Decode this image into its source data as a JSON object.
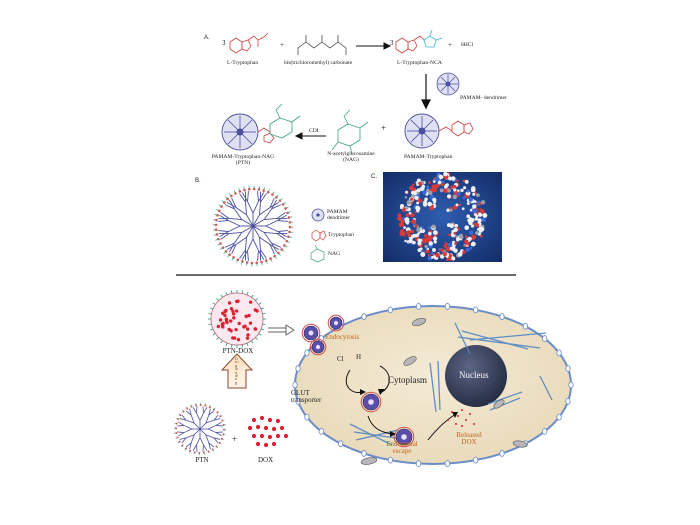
{
  "panels": {
    "a": "A.",
    "b": "B.",
    "c": "C."
  },
  "reaction": {
    "tryptophan_coef": "3",
    "plus_1": "+",
    "plus_2": "+",
    "plus_3": "+",
    "ncan_coef": "3",
    "hcl": "6HCl",
    "l_tryptophan": "L-Tryptophan",
    "triphosgene": "bis(trichloromethyl) carbonate",
    "ncaa": "L-Tryptophan-NCA",
    "pamam_dendrimer": "PAMAM- dendrimer",
    "pamam_tryptophan": "PAMAM-Tryptophan",
    "nag_line1": "N-acetylglucosamine",
    "nag_line2": "(NAG)",
    "cdi": "CDI",
    "ptn_line1": "PAMAM-Tryptophan-NAG",
    "ptn_line2": "(PTN)"
  },
  "legend_b": {
    "dendrimer_line1": "PAMAM",
    "dendrimer_line2": "dendrimer",
    "tryptophan": "Tryptophan",
    "nag": "NAG"
  },
  "cell": {
    "ptn_dox": "PTN-DOX",
    "ptn": "PTN",
    "plus": "+",
    "dox": "DOX",
    "drug_loading": "Drug loading",
    "endocytosis": "Endocytosis",
    "cl": "Cl",
    "h": "H",
    "cytoplasm": "Cytoplasm",
    "nucleus": "Nucleus",
    "glut_line1": "GLUT",
    "glut_line2": "transporter",
    "released_line1": "Released",
    "released_line2": "DOX",
    "endosomal_line1": "Endosomal",
    "endosomal_line2": "escape"
  },
  "colors": {
    "dendrimer": "#4a4f9e",
    "tryptophan": "#e05050",
    "nag": "#3aa37a",
    "membrane": "#6a8cc9",
    "cell_fill": "#efe3c8",
    "nucleus": "#3a4360",
    "accent_label": "#c0641e",
    "molecular_bg": "#1c3f86"
  }
}
